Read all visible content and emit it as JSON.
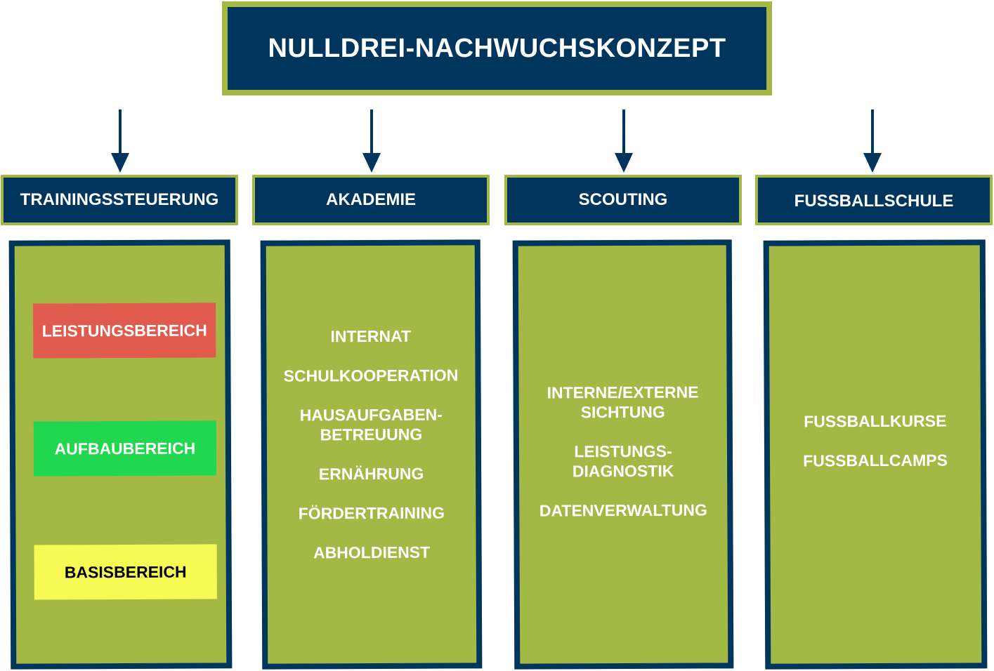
{
  "title": "NULLDREI-NACHWUCHSKONZEPT",
  "colors": {
    "navy": "#00365e",
    "green": "#a4b945",
    "leistung": "#e05a4e",
    "aufbau": "#22d750",
    "basis": "#f5fa55"
  },
  "columns": [
    {
      "header": "TRAININGSSTEUERUNG",
      "levels": [
        {
          "label": "LEISTUNGSBEREICH",
          "color": "#e05a4e",
          "text_color": "#ffffff"
        },
        {
          "label": "AUFBAUBEREICH",
          "color": "#22d750",
          "text_color": "#ffffff"
        },
        {
          "label": "BASISBEREICH",
          "color": "#f5fa55",
          "text_color": "#000000"
        }
      ]
    },
    {
      "header": "AKADEMIE",
      "items": [
        "INTERNAT",
        "SCHULKOOPERATION",
        "HAUSAUFGABEN-\nBETREUUNG",
        "ERNÄHRUNG",
        "FÖRDERTRAINING",
        "ABHOLDIENST"
      ]
    },
    {
      "header": "SCOUTING",
      "items": [
        "INTERNE/EXTERNE\nSICHTUNG",
        "LEISTUNGS-\nDIAGNOSTIK",
        "DATENVERWALTUNG"
      ]
    },
    {
      "header": "FUSSBALLSCHULE",
      "items": [
        "FUSSBALLKURSE",
        "FUSSBALLCAMPS"
      ]
    }
  ]
}
